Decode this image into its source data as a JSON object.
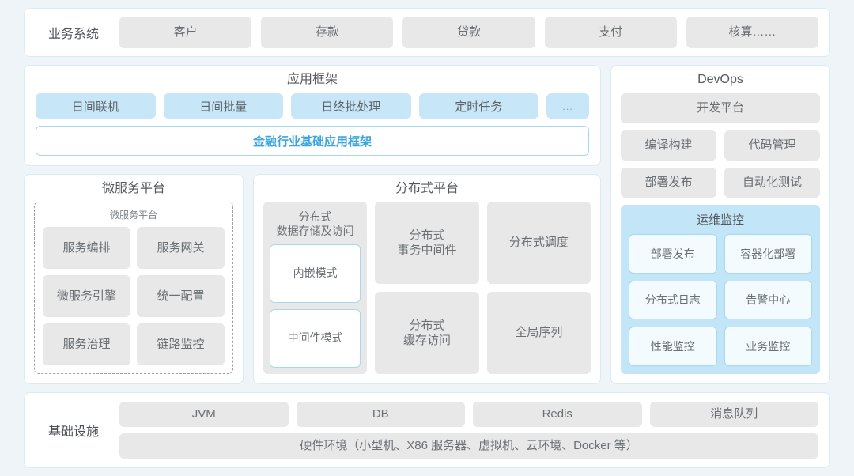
{
  "business_systems": {
    "label": "业务系统",
    "items": [
      "客户",
      "存款",
      "贷款",
      "支付",
      "核算……"
    ]
  },
  "app_framework": {
    "title": "应用框架",
    "items": [
      "日间联机",
      "日间批量",
      "日终批处理",
      "定时任务"
    ],
    "more": "...",
    "base": "金融行业基础应用框架",
    "accent": "#3aa6dd"
  },
  "microservice_platform": {
    "title": "微服务平台",
    "inner_title": "微服务平台",
    "items": [
      "服务编排",
      "服务网关",
      "微服务引擎",
      "统一配置",
      "服务治理",
      "链路监控"
    ]
  },
  "distributed_platform": {
    "title": "分布式平台",
    "storage": {
      "label": "分布式\n数据存储及访问",
      "modes": [
        "内嵌模式",
        "中间件模式"
      ]
    },
    "items": [
      "分布式\n事务中间件",
      "分布式调度",
      "分布式\n缓存访问",
      "全局序列"
    ]
  },
  "devops": {
    "title": "DevOps",
    "platform": "开发平台",
    "tools": [
      "编译构建",
      "代码管理",
      "部署发布",
      "自动化测试"
    ],
    "monitoring": {
      "title": "运维监控",
      "items": [
        "部署发布",
        "容器化部署",
        "分布式日志",
        "告警中心",
        "性能监控",
        "业务监控"
      ]
    }
  },
  "infrastructure": {
    "label": "基础设施",
    "items": [
      "JVM",
      "DB",
      "Redis",
      "消息队列"
    ],
    "hardware": "硬件环境（小型机、X86 服务器、虚拟机、云环境、Docker 等）"
  },
  "colors": {
    "page_bg": "#eef4f7",
    "card_border": "#d8ecf3",
    "tile_grey": "#e8e8e8",
    "tile_blue": "#c7e7f8",
    "accent_blue": "#3aa6dd"
  }
}
